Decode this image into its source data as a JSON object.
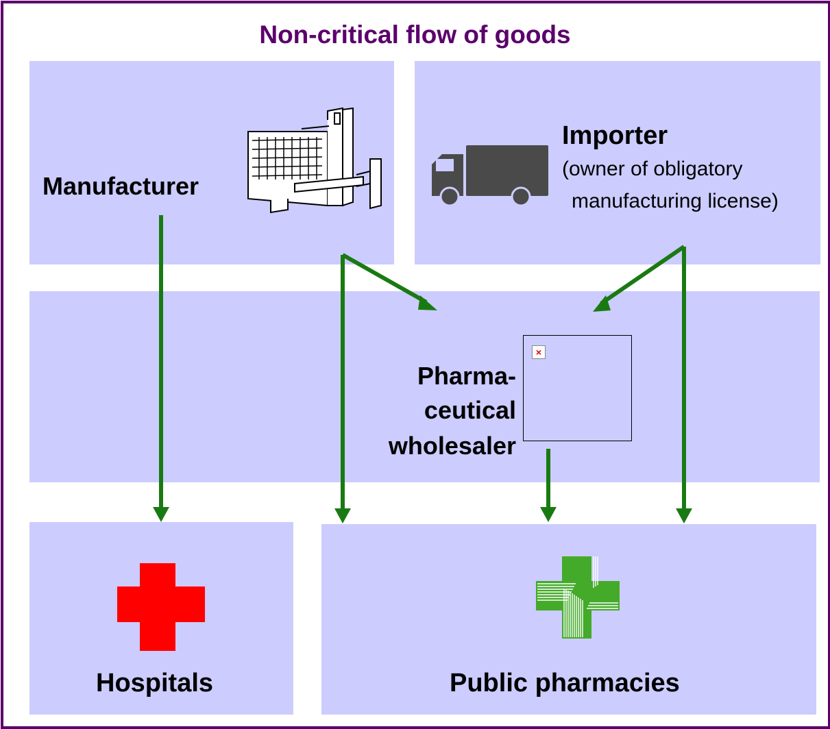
{
  "title": "Non-critical flow of goods",
  "nodes": {
    "manufacturer": "Manufacturer",
    "importer": "Importer",
    "importer_note_line1": "(owner of obligatory",
    "importer_note_line2": "manufacturing license)",
    "wholesaler_line1": "Pharma-",
    "wholesaler_line2": "ceutical",
    "wholesaler_line3": "wholesaler",
    "hospitals": "Hospitals",
    "pharmacies": "Public pharmacies"
  },
  "icons": {
    "factory": "factory-icon",
    "truck": "truck-icon",
    "broken_image": "broken-image-icon",
    "red_cross": "red-cross-icon",
    "pharmacy_cross": "green-pharmacy-cross-icon"
  },
  "colors": {
    "frame": "#5b006b",
    "panel": "#ccccff",
    "arrow": "#1a7a12",
    "red_cross": "#ff0000",
    "pharmacy_cross": "#44aa2a",
    "truck": "#4a4a4a"
  },
  "edges": [
    {
      "from": "Manufacturer",
      "to": "Hospitals"
    },
    {
      "from": "Manufacturer",
      "to": "Public pharmacies"
    },
    {
      "from": "Manufacturer",
      "to": "Pharmaceutical wholesaler"
    },
    {
      "from": "Importer",
      "to": "Pharmaceutical wholesaler"
    },
    {
      "from": "Importer",
      "to": "Public pharmacies"
    },
    {
      "from": "Pharmaceutical wholesaler",
      "to": "Public pharmacies"
    }
  ]
}
